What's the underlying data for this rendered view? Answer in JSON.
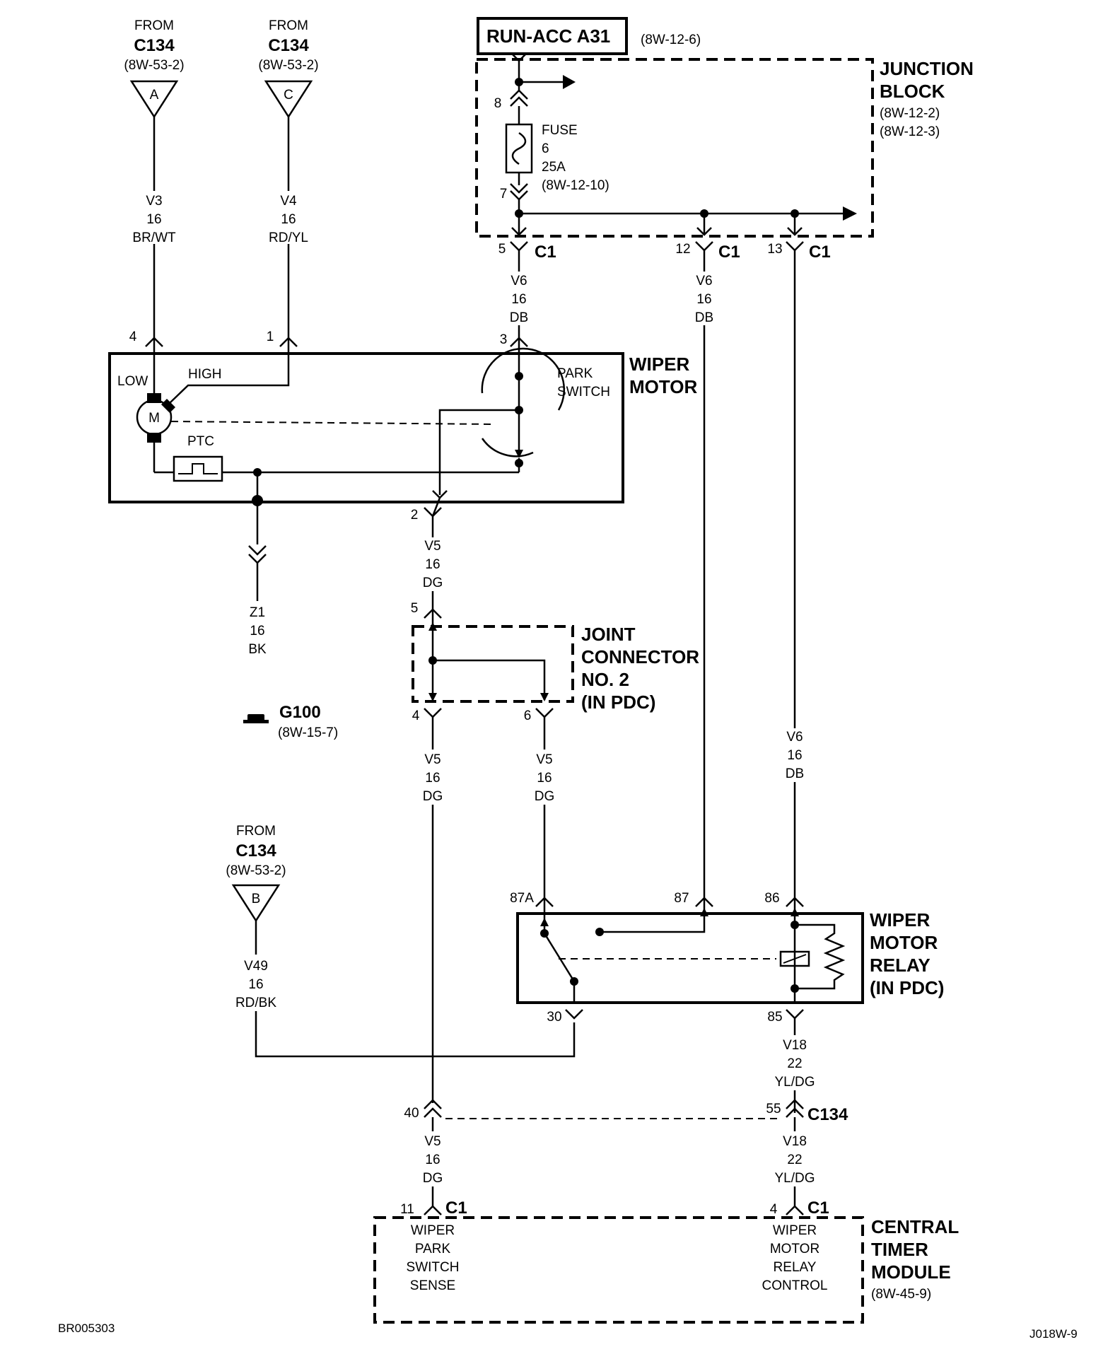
{
  "sources": {
    "from_label": "FROM",
    "connector": "C134",
    "ref": "(8W-53-2)",
    "pin_a": "A",
    "pin_c": "C",
    "pin_b": "B"
  },
  "wires": {
    "v3": {
      "circuit": "V3",
      "gauge": "16",
      "color": "BR/WT"
    },
    "v4": {
      "circuit": "V4",
      "gauge": "16",
      "color": "RD/YL"
    },
    "v6": {
      "circuit": "V6",
      "gauge": "16",
      "color": "DB"
    },
    "v5": {
      "circuit": "V5",
      "gauge": "16",
      "color": "DG"
    },
    "z1": {
      "circuit": "Z1",
      "gauge": "16",
      "color": "BK"
    },
    "v49": {
      "circuit": "V49",
      "gauge": "16",
      "color": "RD/BK"
    },
    "v18": {
      "circuit": "V18",
      "gauge": "22",
      "color": "YL/DG"
    }
  },
  "power": {
    "title": "RUN-ACC A31",
    "ref": "(8W-12-6)"
  },
  "junction_block": {
    "title_1": "JUNCTION",
    "title_2": "BLOCK",
    "ref_1": "(8W-12-2)",
    "ref_2": "(8W-12-3)",
    "fuse_label": "FUSE",
    "fuse_number": "6",
    "fuse_rating": "25A",
    "fuse_ref": "(8W-12-10)",
    "pin_in": "8",
    "pin_out": "7",
    "connector": "C1",
    "pin_5": "5",
    "pin_12": "12",
    "pin_13": "13"
  },
  "wiper_motor": {
    "title_1": "WIPER",
    "title_2": "MOTOR",
    "low": "LOW",
    "high": "HIGH",
    "motor": "M",
    "ptc": "PTC",
    "park_1": "PARK",
    "park_2": "SWITCH",
    "pin_4": "4",
    "pin_1": "1",
    "pin_3": "3",
    "pin_2": "2"
  },
  "ground": {
    "name": "G100",
    "ref": "(8W-15-7)"
  },
  "joint_connector": {
    "title_1": "JOINT",
    "title_2": "CONNECTOR",
    "title_3": "NO. 2",
    "title_4": "(IN PDC)",
    "pin_5": "5",
    "pin_4": "4",
    "pin_6": "6"
  },
  "relay": {
    "title_1": "WIPER",
    "title_2": "MOTOR",
    "title_3": "RELAY",
    "title_4": "(IN PDC)",
    "pin_87a": "87A",
    "pin_87": "87",
    "pin_86": "86",
    "pin_30": "30",
    "pin_85": "85"
  },
  "c134_inline": {
    "connector": "C134",
    "pin_40": "40",
    "pin_55": "55"
  },
  "ctm": {
    "title_1": "CENTRAL",
    "title_2": "TIMER",
    "title_3": "MODULE",
    "ref": "(8W-45-9)",
    "connector": "C1",
    "pin_11": "11",
    "pin_4": "4",
    "sense_1": "WIPER",
    "sense_2": "PARK",
    "sense_3": "SWITCH",
    "sense_4": "SENSE",
    "ctrl_1": "WIPER",
    "ctrl_2": "MOTOR",
    "ctrl_3": "RELAY",
    "ctrl_4": "CONTROL"
  },
  "footer": {
    "left_code": "BR005303",
    "right_code": "J018W-9"
  }
}
